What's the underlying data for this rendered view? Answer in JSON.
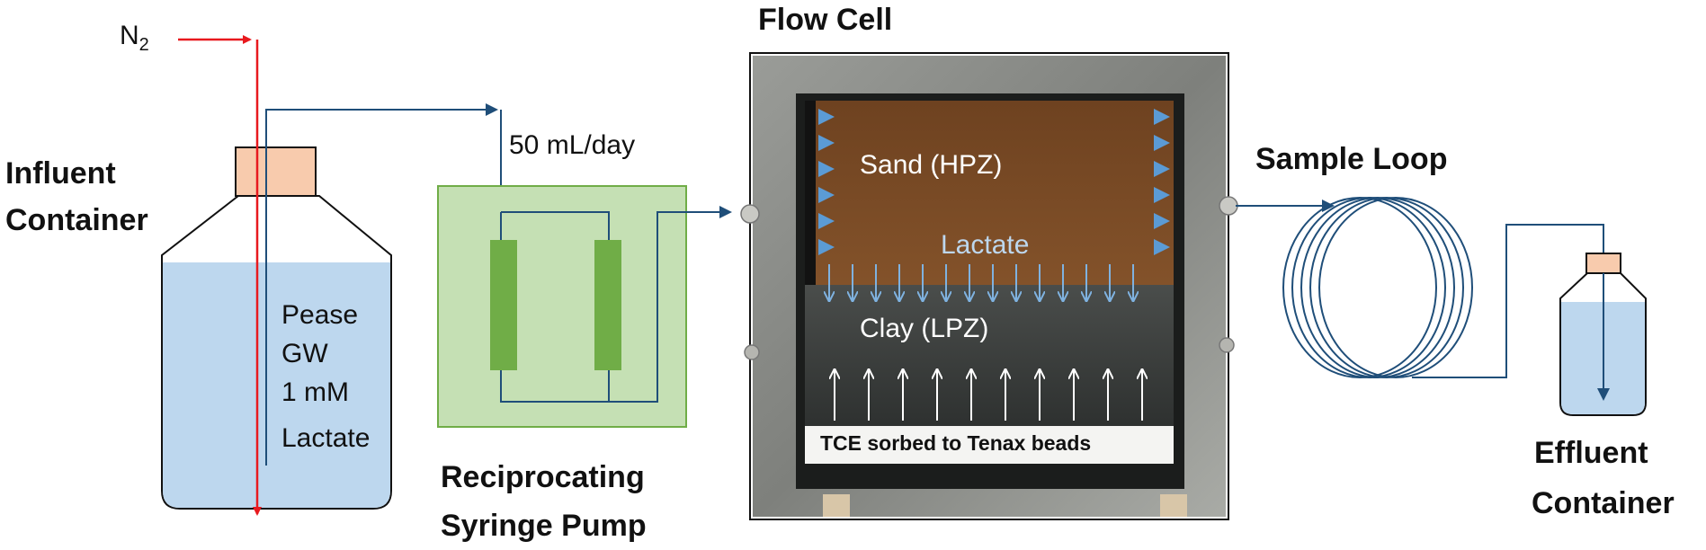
{
  "gas": {
    "symbol": "N",
    "subscript": "2"
  },
  "influent": {
    "title_line1": "Influent",
    "title_line2": "Container",
    "contents": [
      "Pease",
      "GW",
      "1 mM",
      "Lactate"
    ]
  },
  "pump": {
    "flow_rate": "50 mL/day",
    "title_line1": "Reciprocating",
    "title_line2": "Syringe Pump"
  },
  "flow_cell": {
    "title": "Flow Cell",
    "sand_label": "Sand (HPZ)",
    "lactate_label": "Lactate",
    "clay_label": "Clay (LPZ)",
    "tce_label": "TCE sorbed to Tenax beads"
  },
  "sample_loop": {
    "title": "Sample Loop"
  },
  "effluent": {
    "title_line1": "Effluent",
    "title_line2": "Container"
  },
  "colors": {
    "gas_line": "#e8191e",
    "liquid_line": "#1f4e79",
    "liquid": "#bdd7ee",
    "cap": "#f8cbad",
    "pump_box": "#c5e0b4",
    "syringe": "#70ad47",
    "flow_arrow": "#5b9bd5",
    "sand": "#7a4a24",
    "clay": "#3b3e3d"
  }
}
